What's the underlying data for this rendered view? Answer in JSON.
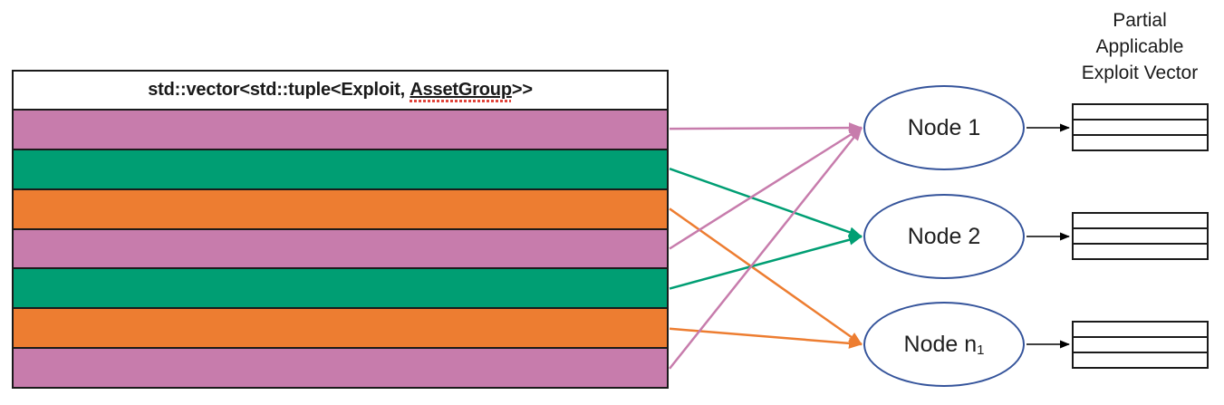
{
  "vector_table": {
    "title_prefix": "std::vector<std::tuple<Exploit, ",
    "title_misspelled_word": "AssetGroup",
    "title_suffix": ">>",
    "rows": [
      "pink",
      "green",
      "orange",
      "pink",
      "green",
      "orange",
      "pink"
    ]
  },
  "palette": {
    "pink": "#C77CAC",
    "green": "#009E73",
    "orange": "#ED7D31",
    "node_border": "#35549B",
    "arrow_black": "#000000"
  },
  "nodes": [
    {
      "label": "Node 1",
      "sub": ""
    },
    {
      "label": "Node 2",
      "sub": ""
    },
    {
      "label": "Node n",
      "sub": "1"
    }
  ],
  "arrows": [
    {
      "from_row": 0,
      "to_node": 0,
      "color": "pink"
    },
    {
      "from_row": 1,
      "to_node": 1,
      "color": "green"
    },
    {
      "from_row": 2,
      "to_node": 2,
      "color": "orange"
    },
    {
      "from_row": 3,
      "to_node": 0,
      "color": "pink"
    },
    {
      "from_row": 4,
      "to_node": 1,
      "color": "green"
    },
    {
      "from_row": 5,
      "to_node": 2,
      "color": "orange"
    },
    {
      "from_row": 6,
      "to_node": 0,
      "color": "pink"
    }
  ],
  "output": {
    "label_lines": [
      "Partial",
      "Applicable",
      "Exploit Vector"
    ],
    "tables": [
      {
        "rows": 3
      },
      {
        "rows": 3
      },
      {
        "rows": 3
      }
    ]
  }
}
